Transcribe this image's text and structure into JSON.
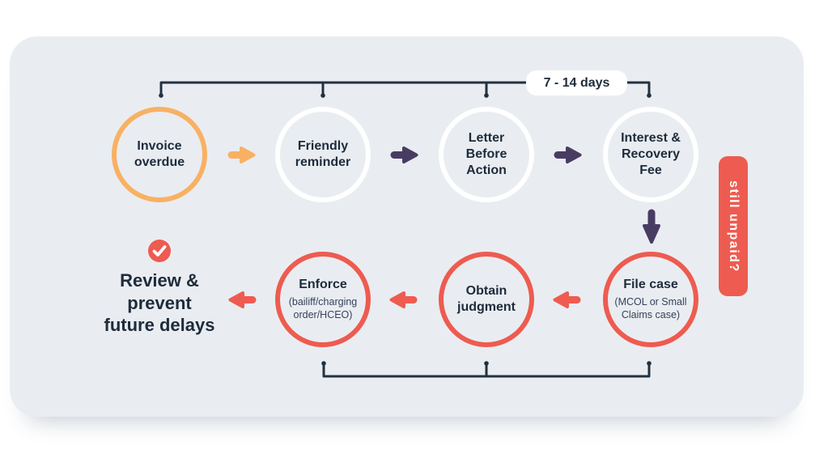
{
  "colors": {
    "canvas_bg": "#FFFFFF",
    "card_bg": "#E9EDF1",
    "text_navy": "#1E2B3B",
    "subtitle_navy": "#35425C",
    "bracket_line": "#223140",
    "accent_yellow": "#F8B163",
    "accent_purple": "#493C62",
    "accent_coral": "#EE5B50",
    "circle_white": "#FFFFFF"
  },
  "top_bracket": {
    "badge_label": "7 - 14 days"
  },
  "side_tab": {
    "label": "still unpaid?"
  },
  "steps": [
    {
      "title": "Invoice\noverdue"
    },
    {
      "title": "Friendly\nreminder"
    },
    {
      "title": "Letter\nBefore\nAction"
    },
    {
      "title": "Interest &\nRecovery\nFee"
    },
    {
      "title": "File case",
      "subtitle": "(MCOL or Small\nClaims case)"
    },
    {
      "title": "Obtain\njudgment"
    },
    {
      "title": "Enforce",
      "subtitle": "(bailiff/charging\norder/HCEO)"
    }
  ],
  "outcome": {
    "label": "Review &\nprevent\nfuture delays"
  }
}
